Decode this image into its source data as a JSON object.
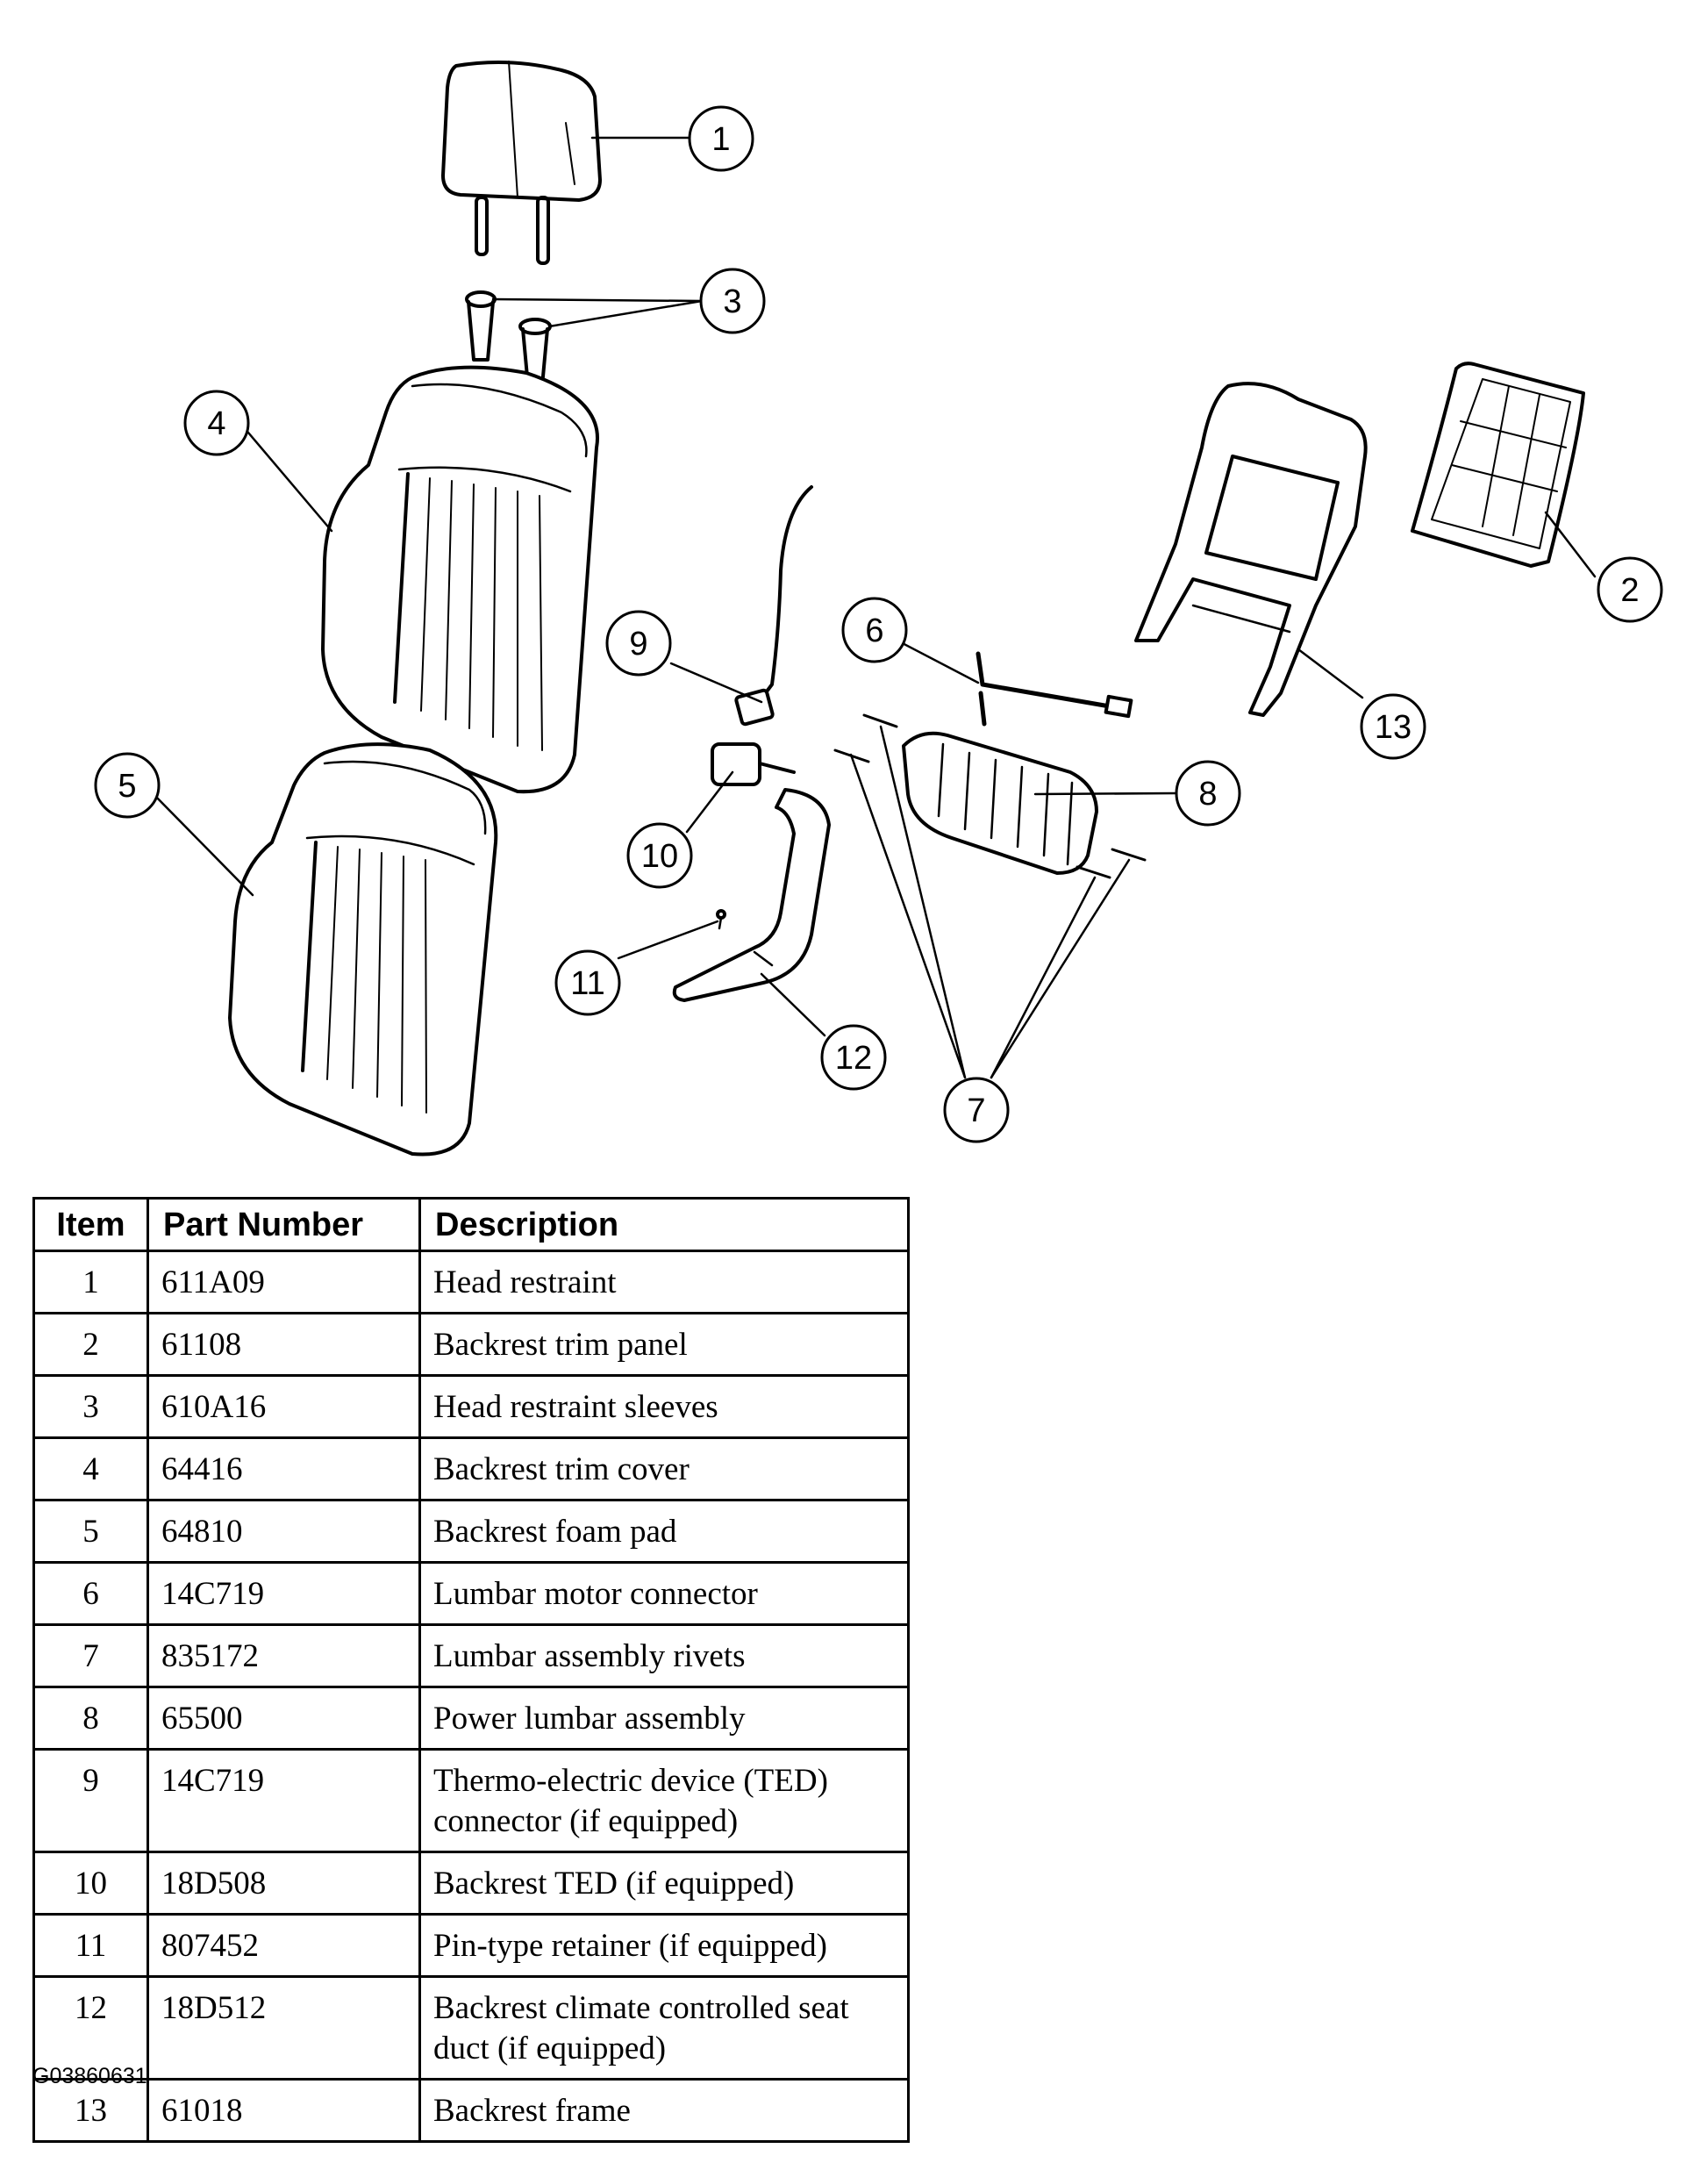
{
  "callouts": [
    "1",
    "2",
    "3",
    "4",
    "5",
    "6",
    "7",
    "8",
    "9",
    "10",
    "11",
    "12",
    "13"
  ],
  "table": {
    "headers": {
      "item": "Item",
      "part_number": "Part Number",
      "description": "Description"
    },
    "rows": [
      {
        "item": "1",
        "part_number": "611A09",
        "description": "Head restraint"
      },
      {
        "item": "2",
        "part_number": "61108",
        "description": "Backrest trim panel"
      },
      {
        "item": "3",
        "part_number": "610A16",
        "description": "Head restraint sleeves"
      },
      {
        "item": "4",
        "part_number": "64416",
        "description": "Backrest trim cover"
      },
      {
        "item": "5",
        "part_number": "64810",
        "description": "Backrest foam pad"
      },
      {
        "item": "6",
        "part_number": "14C719",
        "description": "Lumbar motor connector"
      },
      {
        "item": "7",
        "part_number": "835172",
        "description": "Lumbar assembly rivets"
      },
      {
        "item": "8",
        "part_number": "65500",
        "description": "Power lumbar assembly"
      },
      {
        "item": "9",
        "part_number": "14C719",
        "description": "Thermo-electric device (TED) connector (if equipped)"
      },
      {
        "item": "10",
        "part_number": "18D508",
        "description": "Backrest TED (if equipped)"
      },
      {
        "item": "11",
        "part_number": "807452",
        "description": "Pin-type retainer (if equipped)"
      },
      {
        "item": "12",
        "part_number": "18D512",
        "description": "Backrest climate controlled seat duct (if equipped)"
      },
      {
        "item": "13",
        "part_number": "61018",
        "description": "Backrest frame"
      }
    ]
  },
  "figure_id": "G03860631"
}
